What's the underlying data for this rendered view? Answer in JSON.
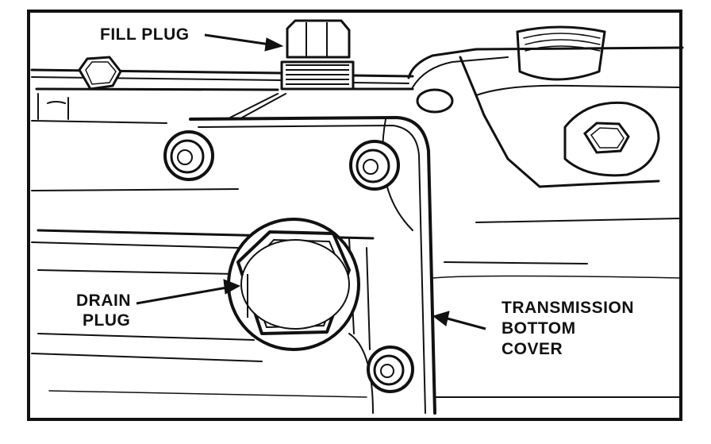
{
  "colors": {
    "ink": "#111111",
    "paper": "#ffffff",
    "shade": "#6b6b6b"
  },
  "labels": {
    "fill_plug": "FILL PLUG",
    "drain_plug_line1": "DRAIN",
    "drain_plug_line2": "PLUG",
    "cover_line1": "TRANSMISSION",
    "cover_line2": "BOTTOM",
    "cover_line3": "COVER"
  }
}
